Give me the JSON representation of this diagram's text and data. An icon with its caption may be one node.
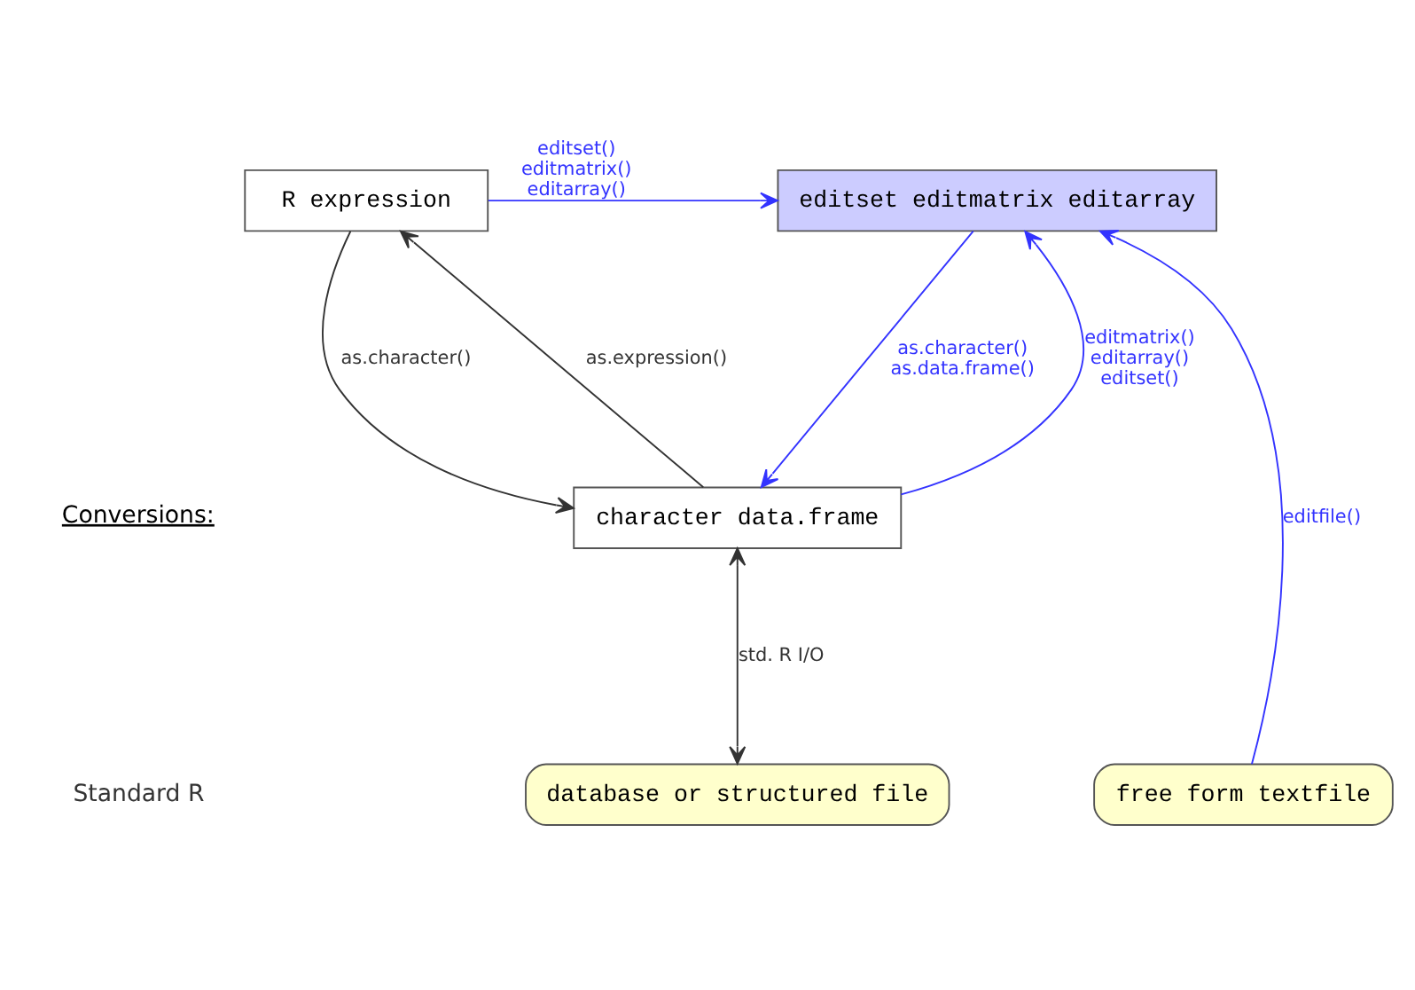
{
  "diagram": {
    "nodes": [
      {
        "text": [
          "R expression"
        ]
      },
      {
        "text": [
          "editset editmatrix editarray"
        ]
      },
      {
        "text": [
          "character data.frame"
        ]
      },
      {
        "text": [
          "database or structured file"
        ]
      },
      {
        "text": [
          "free form textfile"
        ]
      }
    ],
    "edges": [
      {
        "from": 0,
        "to": 1,
        "arrow": "to",
        "label": "editset() editmatrix() editarray()"
      },
      {
        "from": 0,
        "to": 2,
        "arrow": "to",
        "label": "as.character()",
        "color": "#333333"
      },
      {
        "from": 2,
        "to": 0,
        "arrow": "to",
        "label": "as.expression()",
        "color": "#333333"
      },
      {
        "from": 1,
        "to": 2,
        "arrow": "to",
        "label": "as.character() as.data.frame()"
      },
      {
        "from": 2,
        "to": 1,
        "arrow": "to",
        "label": "editmatrix() editarray() editset()"
      },
      {
        "from": 2,
        "to": 3,
        "arrow": "both",
        "label": "std. R I/O",
        "color": "#333333"
      },
      {
        "from": 4,
        "to": 1,
        "arrow": "to",
        "label": "editfile()"
      }
    ],
    "labels": [
      "Conversions:"
    ],
    "legend": [
      {
        "text": "Standard R",
        "color": "#333333"
      }
    ]
  }
}
